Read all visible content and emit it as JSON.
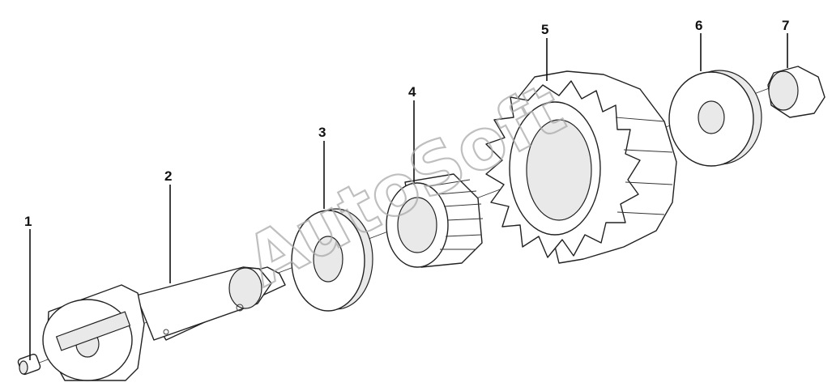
{
  "callouts": [
    "1",
    "2",
    "3",
    "4",
    "5",
    "6",
    "7"
  ],
  "watermark": "AutoSoft"
}
